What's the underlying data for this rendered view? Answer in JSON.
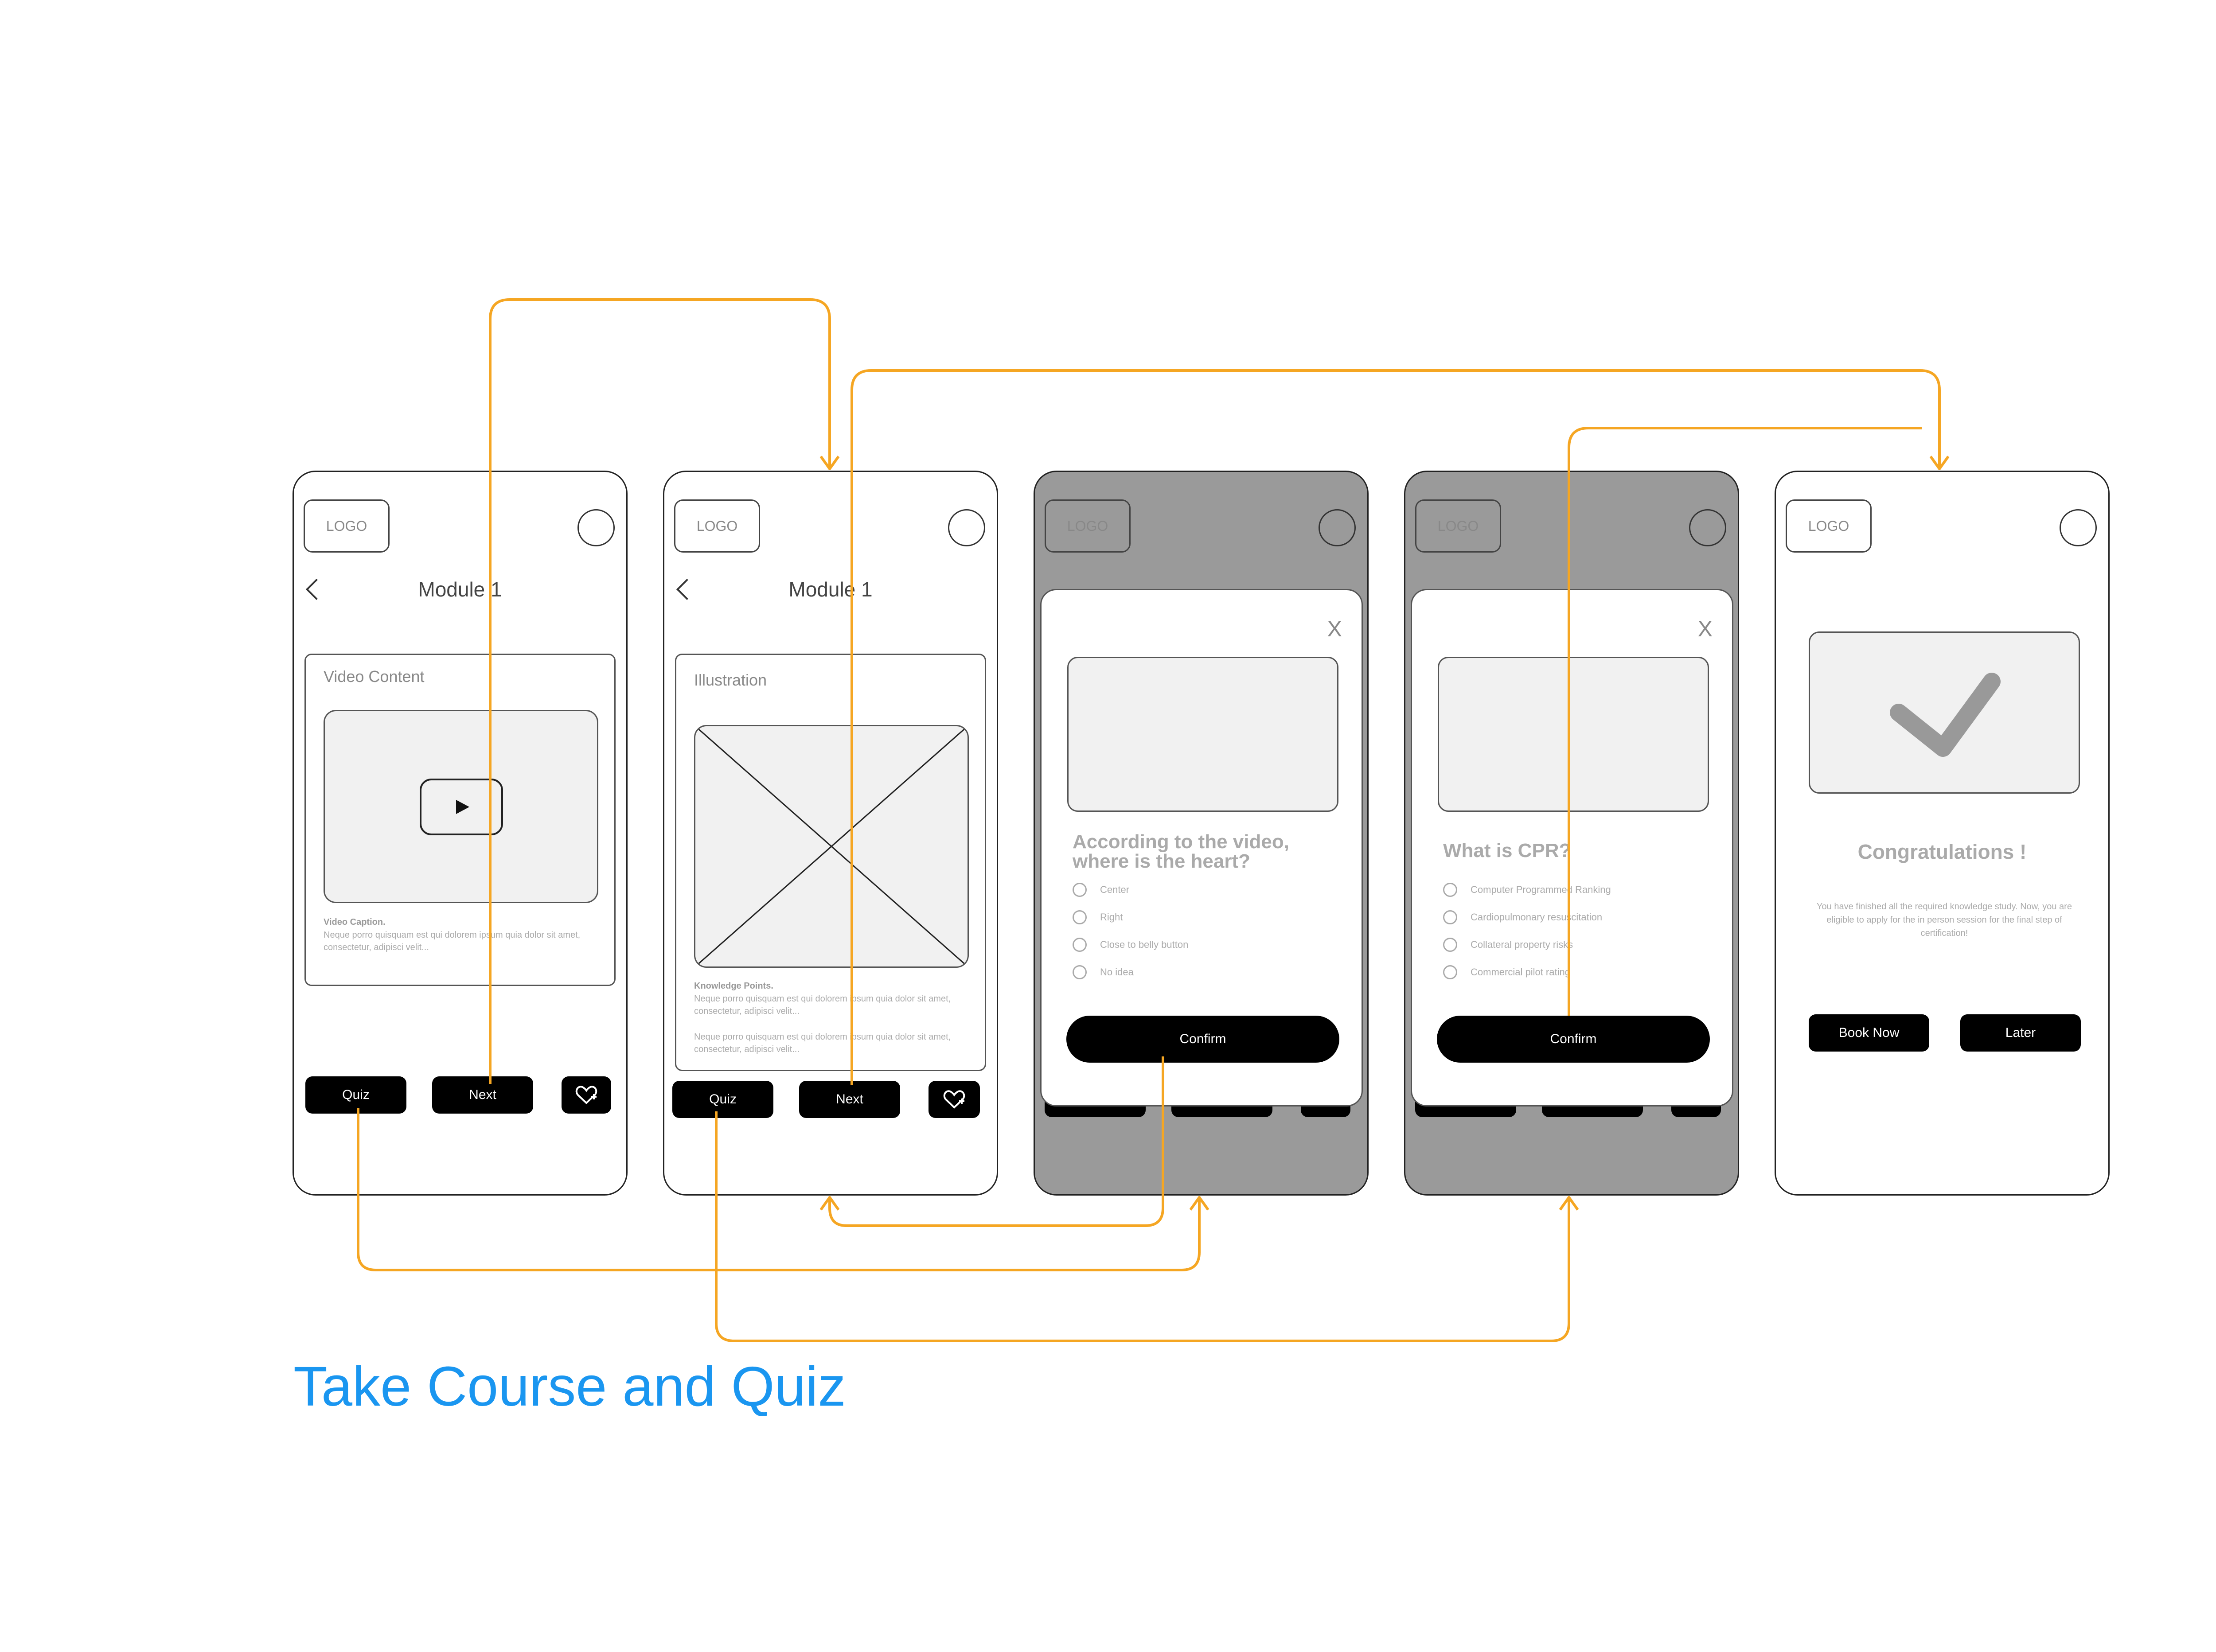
{
  "flow_title": "Take Course and Quiz",
  "colors": {
    "connector": "#f5a623",
    "title": "#1a96f0",
    "overlay": "#9a9a9a"
  },
  "screens": [
    {
      "logo": "LOGO",
      "title": "Module 1",
      "card_label": "Video Content",
      "media_icon": "play-icon",
      "caption_title": "Video Caption.",
      "caption_text": "Neque porro quisquam est qui dolorem ipsum quia dolor sit amet, consectetur, adipisci velit...",
      "buttons": {
        "quiz": "Quiz",
        "next": "Next",
        "favorite_icon": "heart-plus-icon"
      }
    },
    {
      "logo": "LOGO",
      "title": "Module 1",
      "card_label": "Illustration",
      "media_icon": "image-placeholder-icon",
      "caption_title": "Knowledge Points.",
      "caption_text": "Neque porro quisquam est qui dolorem ipsum quia dolor sit amet, consectetur, adipisci velit...",
      "caption_text_2": "Neque porro quisquam est qui dolorem ipsum quia dolor sit amet, consectetur, adipisci velit...",
      "buttons": {
        "quiz": "Quiz",
        "next": "Next",
        "favorite_icon": "heart-plus-icon"
      }
    },
    {
      "logo": "LOGO",
      "modal": {
        "close": "X",
        "question": "According to the video, where is the heart?",
        "options": [
          "Center",
          "Right",
          "Close to belly button",
          "No idea"
        ],
        "confirm": "Confirm"
      }
    },
    {
      "logo": "LOGO",
      "modal": {
        "close": "X",
        "question": "What is CPR?",
        "options": [
          "Computer Programmed Ranking",
          "Cardiopulmonary resuscitation",
          "Collateral property risks",
          "Commercial pilot rating"
        ],
        "confirm": "Confirm"
      }
    },
    {
      "logo": "LOGO",
      "success_icon": "checkmark-icon",
      "heading": "Congratulations !",
      "body": "You have finished all the required knowledge study. Now, you are eligible to apply for the in person session for the final step of certification!",
      "buttons": {
        "book": "Book Now",
        "later": "Later"
      }
    }
  ]
}
